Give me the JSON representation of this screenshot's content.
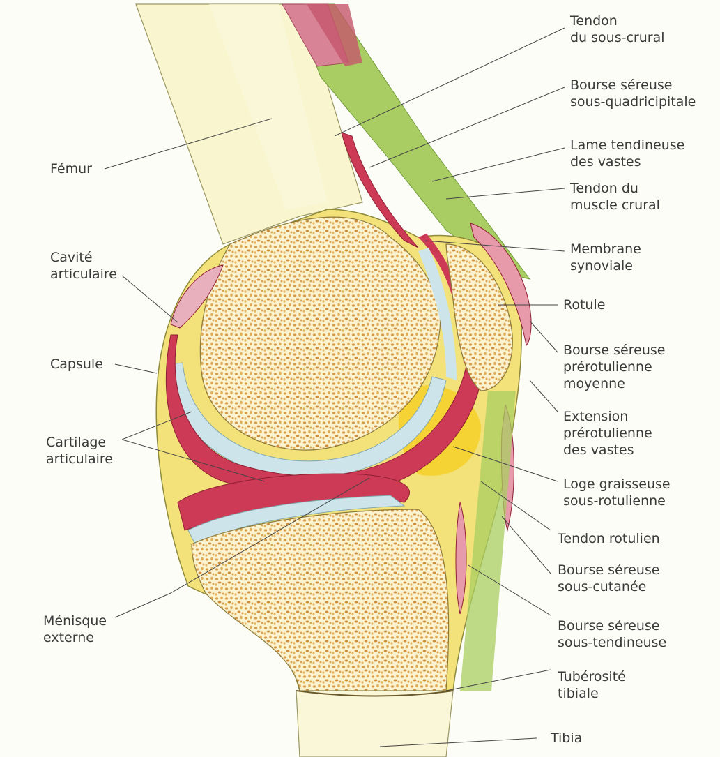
{
  "colors": {
    "bone_shaft": "#f8f3c4",
    "spongy_bone": "#d7a04a",
    "cartilage": "#cfe6ea",
    "synovial_red": "#c8344e",
    "capsule_yellow": "#f2e06a",
    "tendon_green": "#9cc55a",
    "fat_pad": "#f6d84a",
    "ink": "#333333"
  },
  "labels": {
    "tendon_sous_crural": [
      "Tendon",
      "du sous-crural"
    ],
    "bourse_sous_quadricipitale": [
      "Bourse séreuse",
      "sous-quadricipitale"
    ],
    "lame_tendineuse": [
      "Lame tendineuse",
      "des vastes"
    ],
    "tendon_muscle_crural": [
      "Tendon du",
      "muscle crural"
    ],
    "membrane_synoviale": [
      "Membrane",
      "synoviale"
    ],
    "rotule": [
      "Rotule"
    ],
    "bourse_prerotulienne": [
      "Bourse séreuse",
      "prérotulienne",
      "moyenne"
    ],
    "extension_prerotulienne": [
      "Extension",
      "prérotulienne",
      "des vastes"
    ],
    "loge_graisseuse": [
      "Loge graisseuse",
      "sous-rotulienne"
    ],
    "tendon_rotulien": [
      "Tendon rotulien"
    ],
    "bourse_sous_cutanee": [
      "Bourse séreuse",
      "sous-cutanée"
    ],
    "bourse_sous_tendineuse": [
      "Bourse séreuse",
      "sous-tendineuse"
    ],
    "tuberosite_tibiale": [
      "Tubérosité",
      "tibiale"
    ],
    "tibia": [
      "Tibia"
    ],
    "femur": [
      "Fémur"
    ],
    "cavite_articulaire": [
      "Cavité",
      "articulaire"
    ],
    "capsule": [
      "Capsule"
    ],
    "cartilage_articulaire": [
      "Cartilage",
      "articulaire"
    ],
    "menisque_externe": [
      "Ménisque",
      "externe"
    ]
  }
}
